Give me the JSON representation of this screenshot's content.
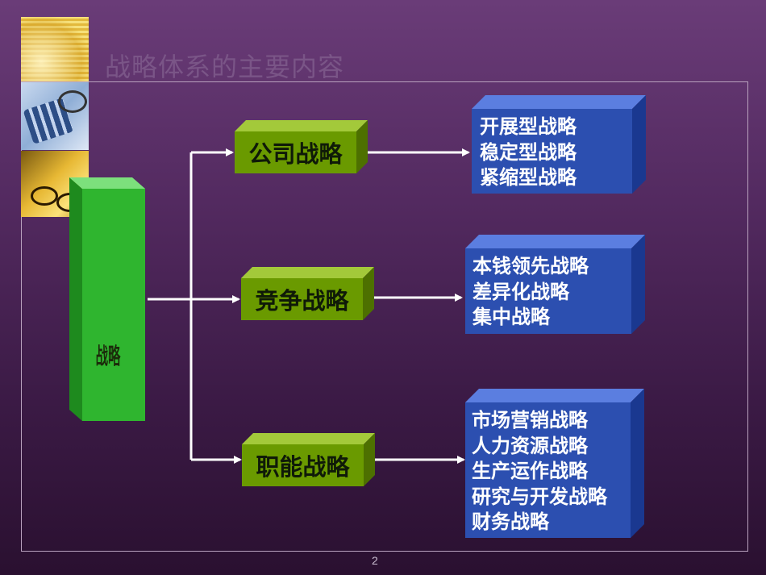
{
  "title": "战略体系的主要内容",
  "page_number": "2",
  "root": {
    "label": "战略"
  },
  "branches": [
    {
      "label": "公司战略",
      "items": [
        "开展型战略",
        "稳定型战略",
        "紧缩型战略"
      ]
    },
    {
      "label": "竞争战略",
      "items": [
        "本钱领先战略",
        "差异化战略",
        "集中战略"
      ]
    },
    {
      "label": "职能战略",
      "items": [
        "市场营销战略",
        "人力资源战略",
        "生产运作战略",
        "研究与开发战略",
        "财务战略"
      ]
    }
  ],
  "colors": {
    "background_top": "#6a3c78",
    "background_bottom": "#2a1030",
    "pillar_green": "#2fb52f",
    "branch_box_green": "#6a9a00",
    "leaf_box_blue": "#2c4fb0",
    "arrow": "#ffffff"
  }
}
